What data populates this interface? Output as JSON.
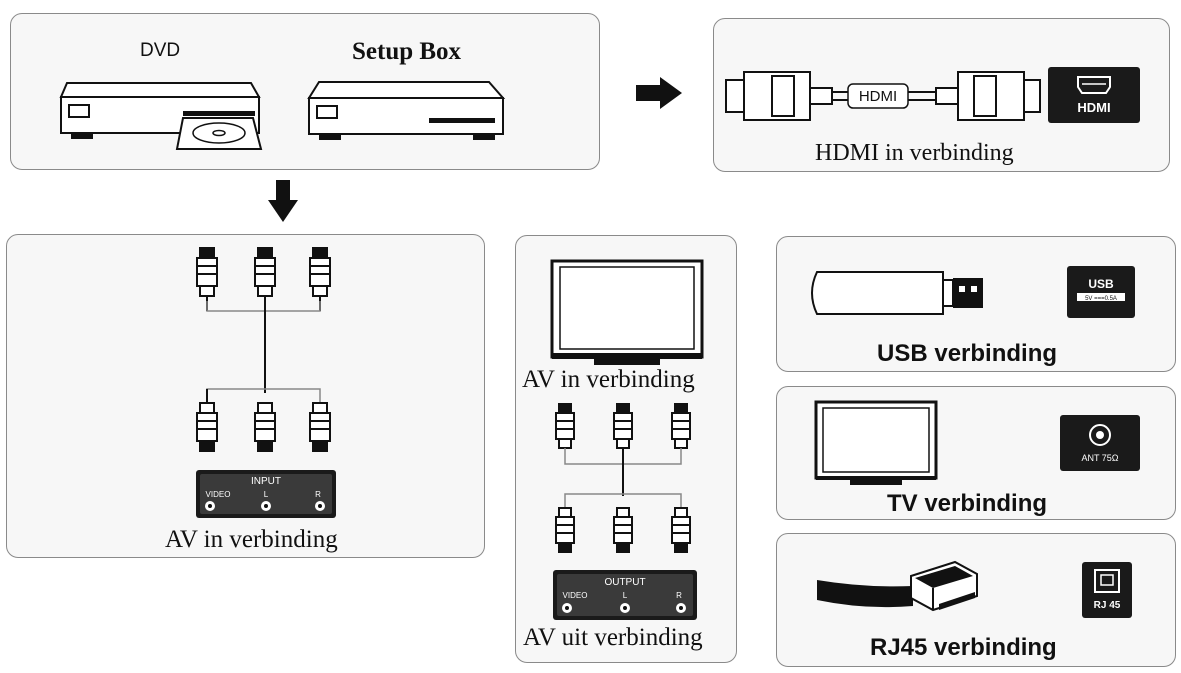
{
  "source_devices": {
    "dvd_label": "DVD",
    "setup_box_label": "Setup Box"
  },
  "hdmi": {
    "cable_label": "HDMI",
    "port_label": "HDMI",
    "caption": "HDMI in verbinding"
  },
  "av_in_left": {
    "port_title": "INPUT",
    "port_labels": [
      "VIDEO",
      "L",
      "R"
    ],
    "caption": "AV in verbinding"
  },
  "av_center": {
    "in_caption": "AV in verbinding",
    "port_title": "OUTPUT",
    "port_labels": [
      "VIDEO",
      "L",
      "R"
    ],
    "out_caption": "AV uit verbinding"
  },
  "usb": {
    "port_label_top": "USB",
    "port_label_bottom": "5V ===0.5A",
    "caption": "USB verbinding"
  },
  "tv": {
    "port_label": "ANT 75Ω",
    "caption": "TV verbinding"
  },
  "rj45": {
    "port_label": "RJ 45",
    "caption": "RJ45 verbinding"
  },
  "colors": {
    "panel_bg": "#f7f7f7",
    "panel_border": "#8a8a8a",
    "ink": "#111111",
    "port_badge_bg": "#1a1a1a"
  }
}
